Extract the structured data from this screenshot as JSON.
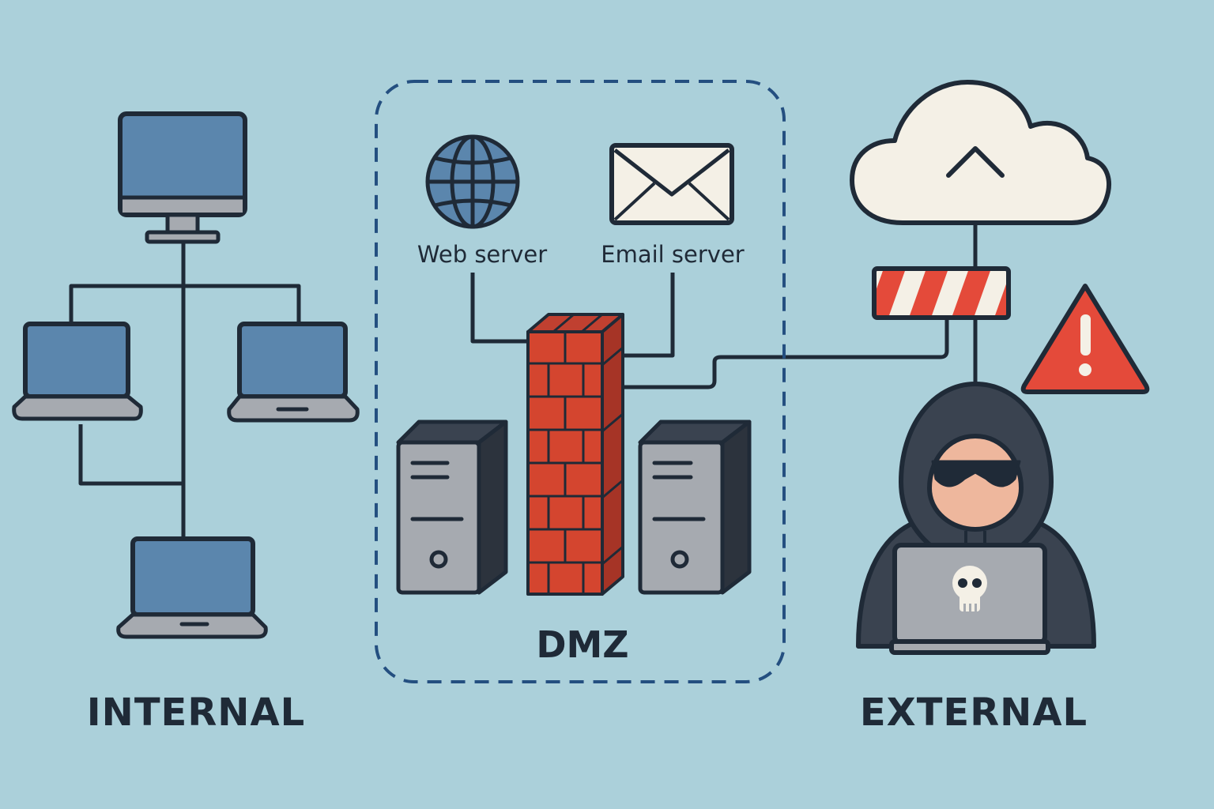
{
  "labels": {
    "web_server": "Web server",
    "email_server": "Email server",
    "dmz": "DMZ",
    "internal": "INTERNAL",
    "external": "EXTERNAL"
  },
  "colors": {
    "background": "#abd0da",
    "outline": "#1f2a37",
    "screen_blue": "#5b86ad",
    "device_gray": "#a6aab0",
    "brick_red": "#d4452f",
    "dmz_border": "#244f80",
    "warning_red": "#e44a3a",
    "cloud_fill": "#f4f0e6",
    "hoodie": "#3a4350",
    "skin": "#eeb79d"
  },
  "icons": {
    "web_server": "globe-icon",
    "email_server": "envelope-icon",
    "firewall": "brick-wall-icon",
    "internet": "cloud-upload-icon",
    "barrier": "striped-barrier-icon",
    "alert": "warning-triangle-icon",
    "attacker": "hacker-icon",
    "malware": "skull-icon"
  }
}
